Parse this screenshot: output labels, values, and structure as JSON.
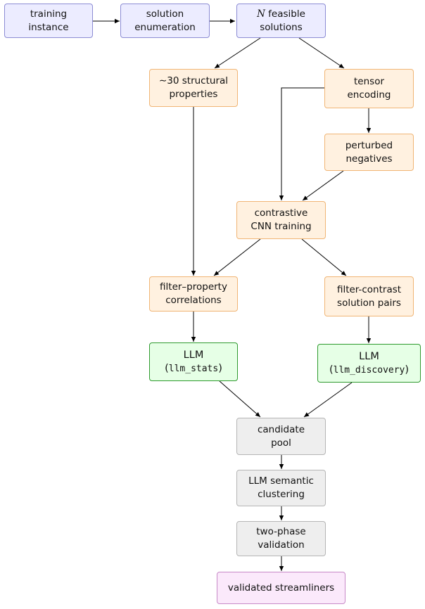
{
  "nodes": {
    "training_instance": {
      "line1": "training",
      "line2": "instance"
    },
    "solution_enumeration": {
      "line1": "solution",
      "line2": "enumeration"
    },
    "feasible_solutions": {
      "var": "N",
      "line1_rest": " feasible",
      "line2": "solutions"
    },
    "structural_properties": {
      "line1": "∼30 structural",
      "line2": "properties"
    },
    "tensor_encoding": {
      "line1": "tensor",
      "line2": "encoding"
    },
    "perturbed_negatives": {
      "line1": "perturbed",
      "line2": "negatives"
    },
    "contrastive_training": {
      "line1": "contrastive",
      "line2": "CNN training"
    },
    "filter_property_correlations": {
      "line1": "filter–property",
      "line2": "correlations"
    },
    "filter_contrast_pairs": {
      "line1": "filter-contrast",
      "line2": "solution pairs"
    },
    "llm_stats": {
      "line1": "LLM",
      "open": "(",
      "code": "llm_stats",
      "close": ")"
    },
    "llm_discovery": {
      "line1": "LLM",
      "open": "(",
      "code": "llm_discovery",
      "close": ")"
    },
    "candidate_pool": {
      "line1": "candidate",
      "line2": "pool"
    },
    "semantic_clustering": {
      "line1": "LLM semantic",
      "line2": "clustering"
    },
    "two_phase_validation": {
      "line1": "two-phase",
      "line2": "validation"
    },
    "validated_streamliners": {
      "line1": "validated streamliners"
    }
  },
  "colors": {
    "blue_fill": "#ececff",
    "orange_fill": "#fff1e0",
    "green_fill": "#e6ffe6",
    "gray_fill": "#eeeeee",
    "purple_fill": "#fbe9fb",
    "edge": "#000000"
  }
}
